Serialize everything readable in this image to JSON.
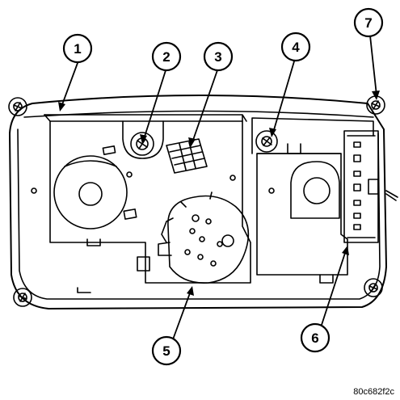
{
  "figure_code": "80c682f2c",
  "callouts": [
    {
      "number": "1"
    },
    {
      "number": "2"
    },
    {
      "number": "3"
    },
    {
      "number": "4"
    },
    {
      "number": "5"
    },
    {
      "number": "6"
    },
    {
      "number": "7"
    }
  ],
  "colors": {
    "line": "#000000",
    "background": "#ffffff"
  }
}
